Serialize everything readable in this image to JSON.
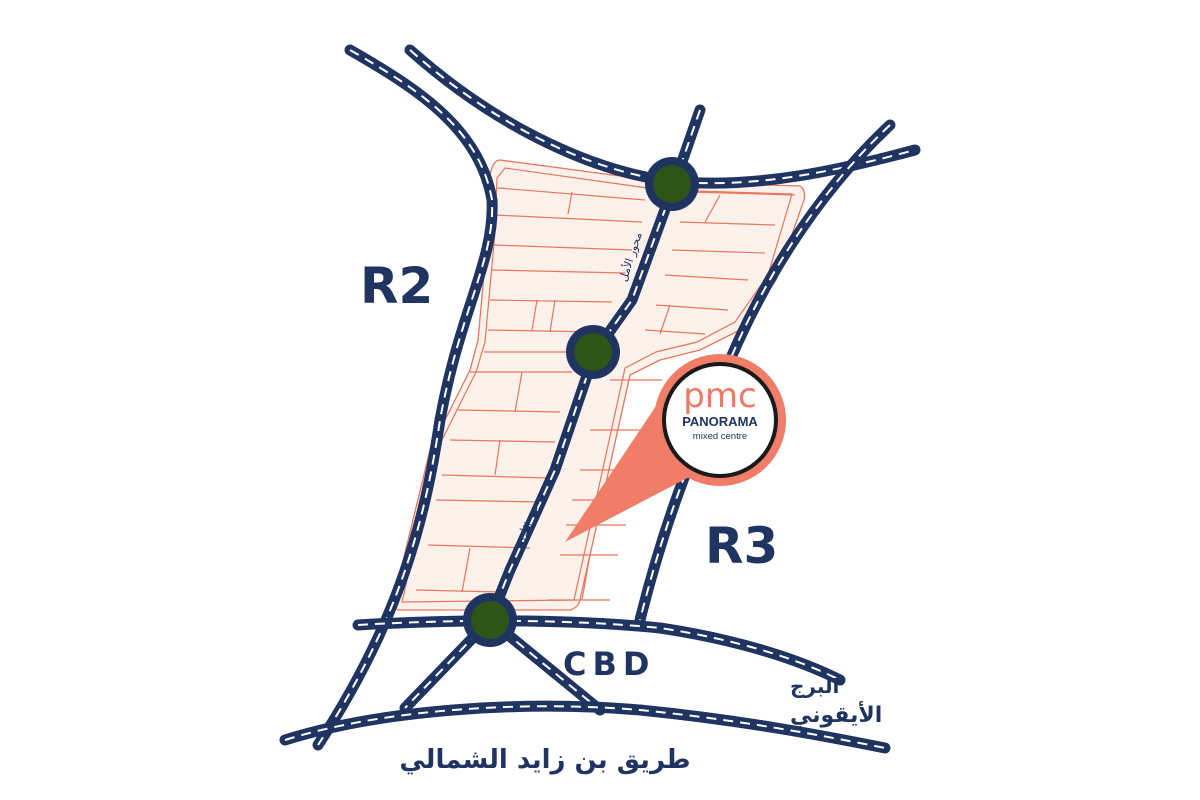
{
  "map": {
    "zone_labels": {
      "r2": "R2",
      "r3": "R3",
      "cbd": "CBD"
    },
    "arabic_labels": {
      "north_road": "طريق بن زايد الشمالي",
      "icon_tower_line1": "البرج",
      "icon_tower_line2": "الأيقوني",
      "central_avenue_upper": "محور الأمل",
      "central_avenue_lower": "محور الأمل"
    },
    "project_marker": {
      "logo_text": "pmc",
      "brand_name": "PANORAMA",
      "tagline": "mixed centre"
    },
    "roundabouts": [
      "roundabout-north",
      "roundabout-middle",
      "roundabout-south"
    ],
    "colors": {
      "road": "#1f3461",
      "plots_outline": "#e8765c",
      "marker": "#f07d68",
      "roundabout_fill": "#2e5418",
      "logo_accent": "#ee7a63",
      "logo_text": "#1f3461"
    },
    "icons": [
      "roundabout-icon",
      "location-pin-icon",
      "panorama-logo-icon"
    ]
  }
}
